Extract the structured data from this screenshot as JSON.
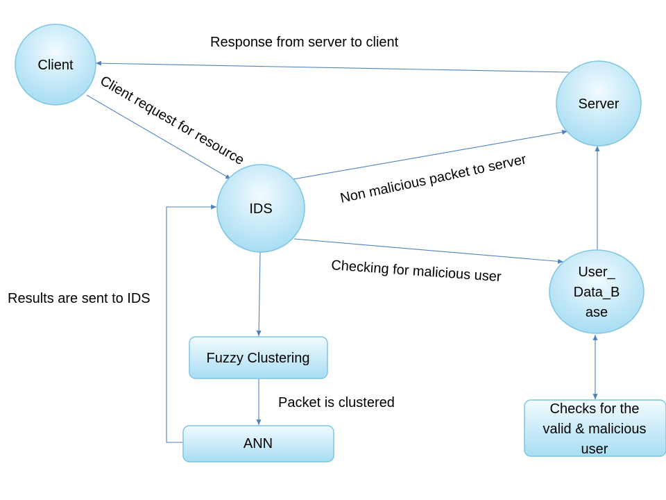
{
  "nodes": {
    "client": "Client",
    "server": "Server",
    "ids": "IDS",
    "user_db": [
      "User_",
      "Data_B",
      "ase"
    ],
    "fuzzy": "Fuzzy Clustering",
    "ann": "ANN",
    "checks": [
      "Checks for the",
      "valid & malicious",
      "user"
    ]
  },
  "edges": {
    "response": "Response from server to client",
    "client_request": "Client request for resource",
    "non_malicious": "Non malicious packet to server",
    "checking": "Checking for malicious user",
    "results": "Results are sent to IDS",
    "clustered": "Packet is clustered"
  },
  "colors": {
    "node_fill_light": "#f2fbff",
    "node_fill_dark": "#a8ddf3",
    "node_stroke": "#7ec4e3",
    "edge": "#4f81bd"
  }
}
